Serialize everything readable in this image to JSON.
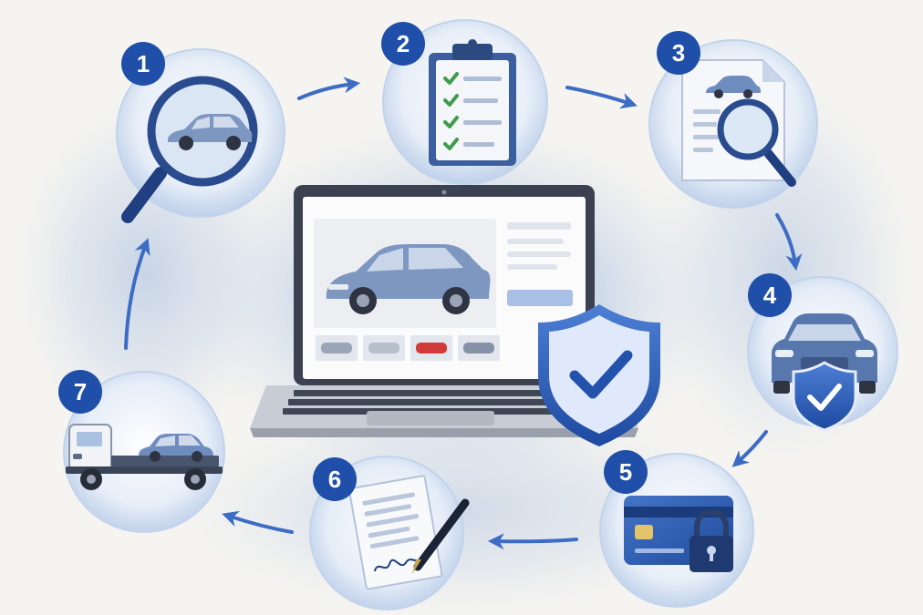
{
  "diagram": {
    "steps": [
      {
        "number": "1",
        "icon": "magnifier-car-icon"
      },
      {
        "number": "2",
        "icon": "clipboard-checklist-icon"
      },
      {
        "number": "3",
        "icon": "document-search-icon"
      },
      {
        "number": "4",
        "icon": "car-shield-icon"
      },
      {
        "number": "5",
        "icon": "credit-card-lock-icon"
      },
      {
        "number": "6",
        "icon": "contract-pen-icon"
      },
      {
        "number": "7",
        "icon": "tow-truck-icon"
      }
    ],
    "center": {
      "icon": "laptop-listing-icon",
      "overlay": "shield-check-icon"
    },
    "colors": {
      "accent": "#1f4fa8",
      "accent_light": "#6f95d6",
      "wash": "#7ea3db",
      "car": "#7d97c1",
      "car_red": "#d23a3a",
      "check_green": "#3e9c4a",
      "card": "#2d5fb0"
    }
  }
}
